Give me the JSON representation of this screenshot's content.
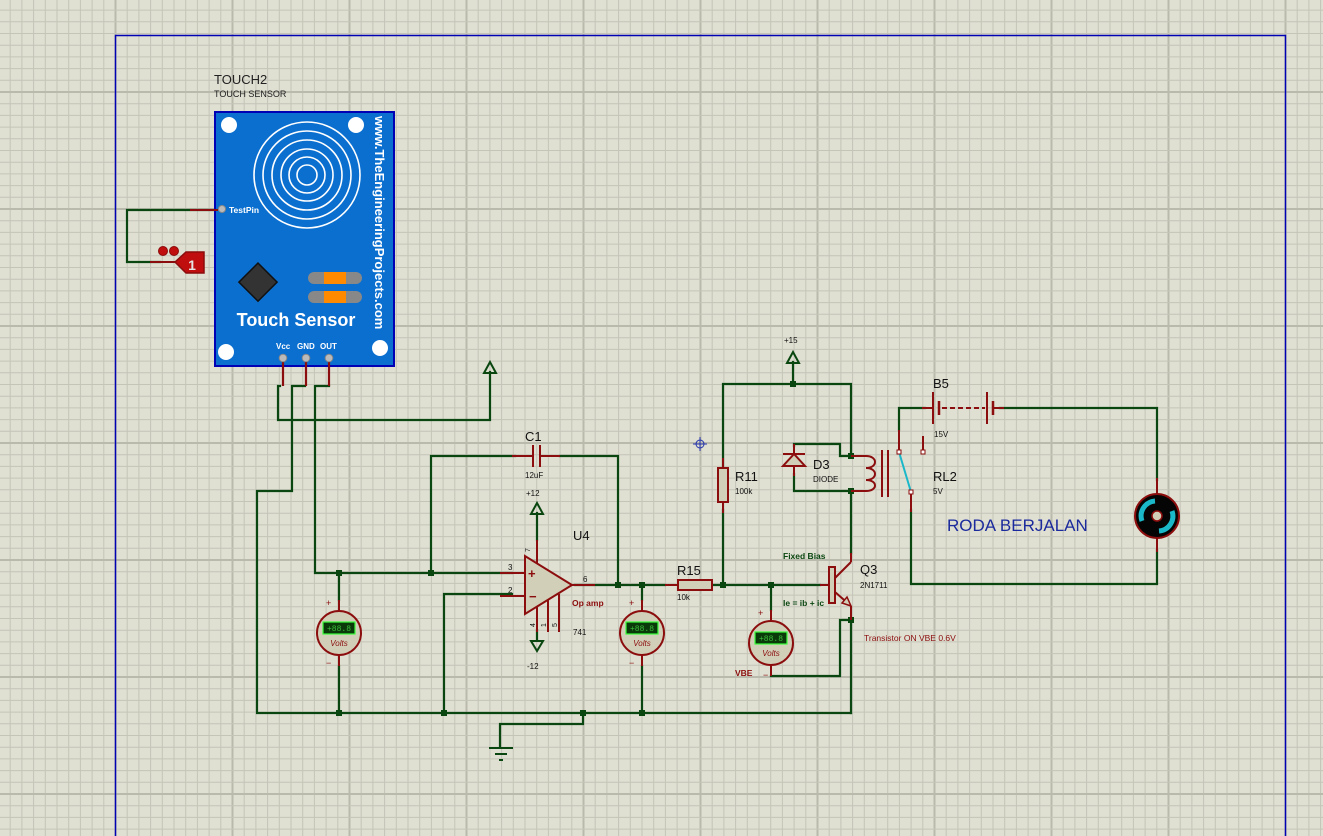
{
  "colors": {
    "background": "#dfdfd2",
    "grid_minor": "#c4c4b7",
    "grid_major": "#b9b9ac",
    "sheet_border": "#0000b4",
    "wire": "#0a4610",
    "pin": "#8b0d0d",
    "component_body": "#d1cfb8",
    "sensor_board": "#0b6fcf",
    "annotation_red": "#8b0d0d",
    "annotation_blue": "#1b2a9c",
    "annotation_green": "#0a4610",
    "relay_contact": "#1ab8c8"
  },
  "touch_sensor": {
    "ref": "TOUCH2",
    "value": "TOUCH SENSOR",
    "board_title": "Touch Sensor",
    "website": "www.TheEngineeringProjects.com",
    "test_pin_label": "TestPin",
    "pins": [
      "Vcc",
      "GND",
      "OUT"
    ]
  },
  "logic_terminal": {
    "label": "1"
  },
  "capacitor": {
    "ref": "C1",
    "value": "12uF"
  },
  "opamp": {
    "ref": "U4",
    "type_label": "Op amp",
    "model": "741",
    "pos_supply": "+12",
    "neg_supply": "-12",
    "pins": {
      "in_plus": "3",
      "in_minus": "2",
      "out": "6",
      "vplus": "7",
      "vminus": "4",
      "offset1": "1",
      "offset5": "5"
    },
    "plus_sign": "+",
    "minus_sign": "−"
  },
  "resistors": [
    {
      "ref": "R15",
      "value": "10k"
    },
    {
      "ref": "R11",
      "value": "100k"
    }
  ],
  "supply_15": "+15",
  "diode": {
    "ref": "D3",
    "value": "DIODE"
  },
  "transistor": {
    "ref": "Q3",
    "model": "2N1711"
  },
  "annotations": {
    "fixed_bias": "Fixed Bias",
    "ie_eq": "Ie = ib + ic",
    "transistor_on": "Transistor ON VBE 0.6V",
    "vbe": "VBE",
    "roda": "RODA BERJALAN"
  },
  "battery": {
    "ref": "B5",
    "value": "15V"
  },
  "relay": {
    "ref": "RL2",
    "value": "5V"
  },
  "voltmeters": [
    {
      "name": "voltmeter-input",
      "display": "+88.8",
      "unit": "Volts"
    },
    {
      "name": "voltmeter-output",
      "display": "+88.8",
      "unit": "Volts"
    },
    {
      "name": "voltmeter-vbe",
      "display": "+88.8",
      "unit": "Volts"
    }
  ],
  "meter_plus": "+",
  "meter_minus": "−"
}
